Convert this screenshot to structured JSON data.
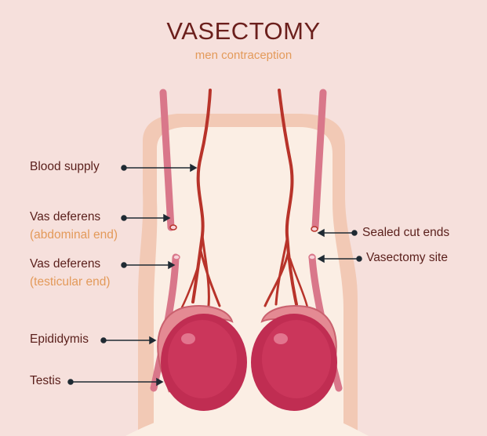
{
  "title": "VASECTOMY",
  "subtitle": "men contraception",
  "labels": {
    "blood_supply": "Blood supply",
    "vas_abdominal": "Vas deferens",
    "vas_abdominal_sub": "(abdominal end)",
    "vas_testicular": "Vas deferens",
    "vas_testicular_sub": "(testicular end)",
    "epididymis": "Epididymis",
    "testis": "Testis",
    "sealed_cut_ends": "Sealed cut ends",
    "vasectomy_site": "Vasectomy site"
  },
  "colors": {
    "background": "#f6e0dc",
    "outer_skin": "#f2c9b5",
    "inner_skin": "#fbeee4",
    "vessel": "#b8332a",
    "vas": "#d9778a",
    "testis": "#c02d52",
    "epididymis": "#e48a93",
    "title": "#6b1f1c",
    "accent": "#e39a5a"
  }
}
